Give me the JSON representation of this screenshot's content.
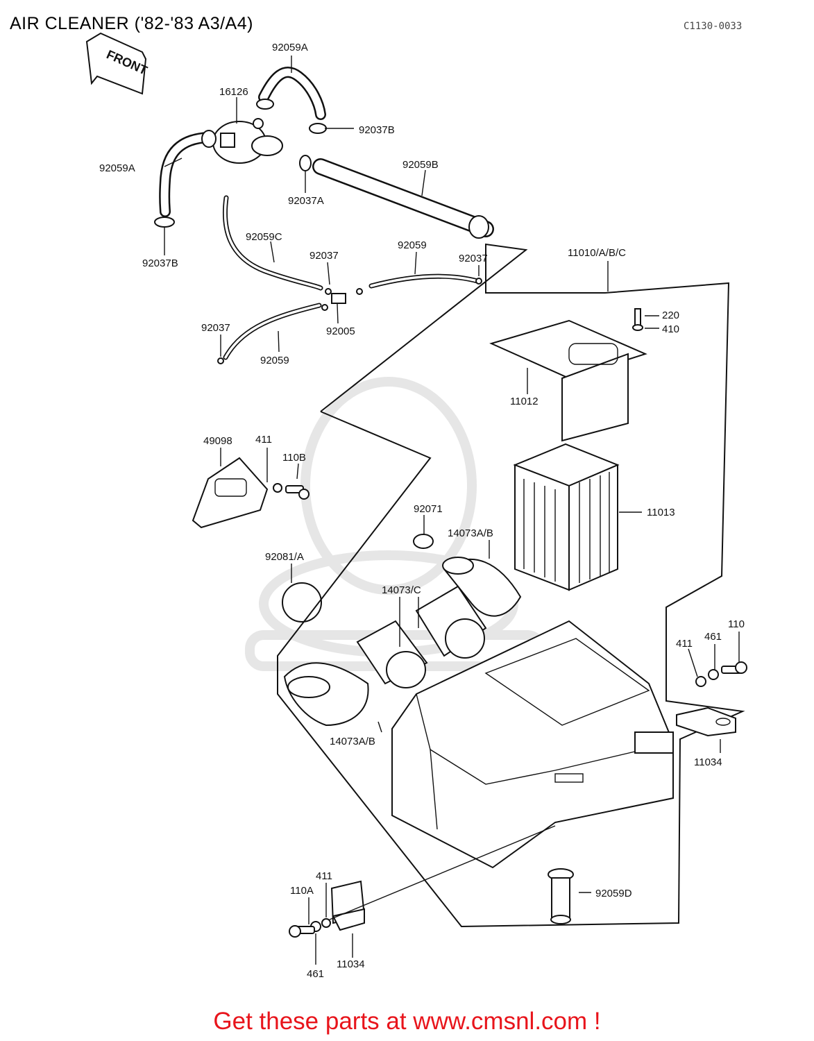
{
  "header": {
    "title": "AIR CLEANER ('82-'83 A3/A4)",
    "code": "C1130-0033"
  },
  "arrow": {
    "label": "FRONT"
  },
  "parts": {
    "p92059A_top": "92059A",
    "p16126": "16126",
    "p92037B_top": "92037B",
    "p92059A_left": "92059A",
    "p92059B": "92059B",
    "p92037A": "92037A",
    "p92037B_left": "92037B",
    "p92059C": "92059C",
    "p92037_a": "92037",
    "p92059_a": "92059",
    "p92037_b": "92037",
    "p11010": "11010/A/B/C",
    "p92037_c": "92037",
    "p92005": "92005",
    "p92059_b": "92059",
    "p220": "220",
    "p410": "410",
    "p11012": "11012",
    "p49098": "49098",
    "p411_a": "411",
    "p110B": "110B",
    "p92071": "92071",
    "p14073AB_top": "14073A/B",
    "p11013": "11013",
    "p92081A": "92081/A",
    "p14073C": "14073/C",
    "p110_right": "110",
    "p411_right": "411",
    "p461_right": "461",
    "p14073AB_bottom": "14073A/B",
    "p11034_right": "11034",
    "p411_bottom": "411",
    "p110A": "110A",
    "p92059D": "92059D",
    "p11034_bottom": "11034",
    "p461_bottom": "461"
  },
  "footer": {
    "promo": "Get these parts at www.cmsnl.com !"
  }
}
